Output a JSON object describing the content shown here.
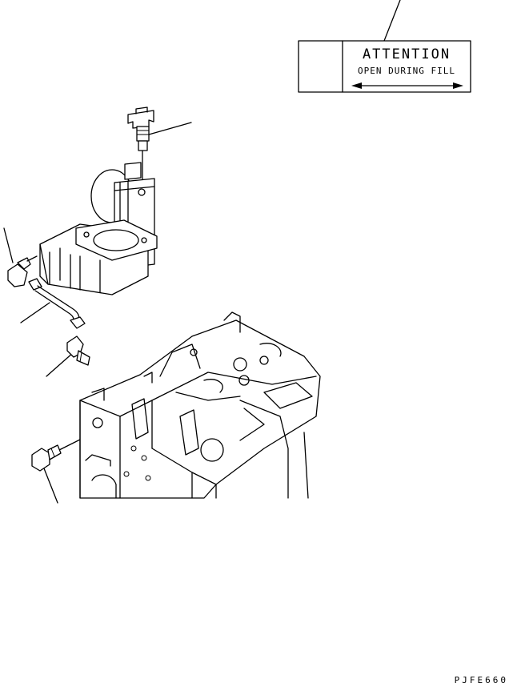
{
  "attention_label": {
    "title": "ATTENTION",
    "subtitle": "OPEN DURING FILL"
  },
  "plate_code": "PJFE660",
  "colors": {
    "line": "#000000",
    "background": "#ffffff"
  }
}
